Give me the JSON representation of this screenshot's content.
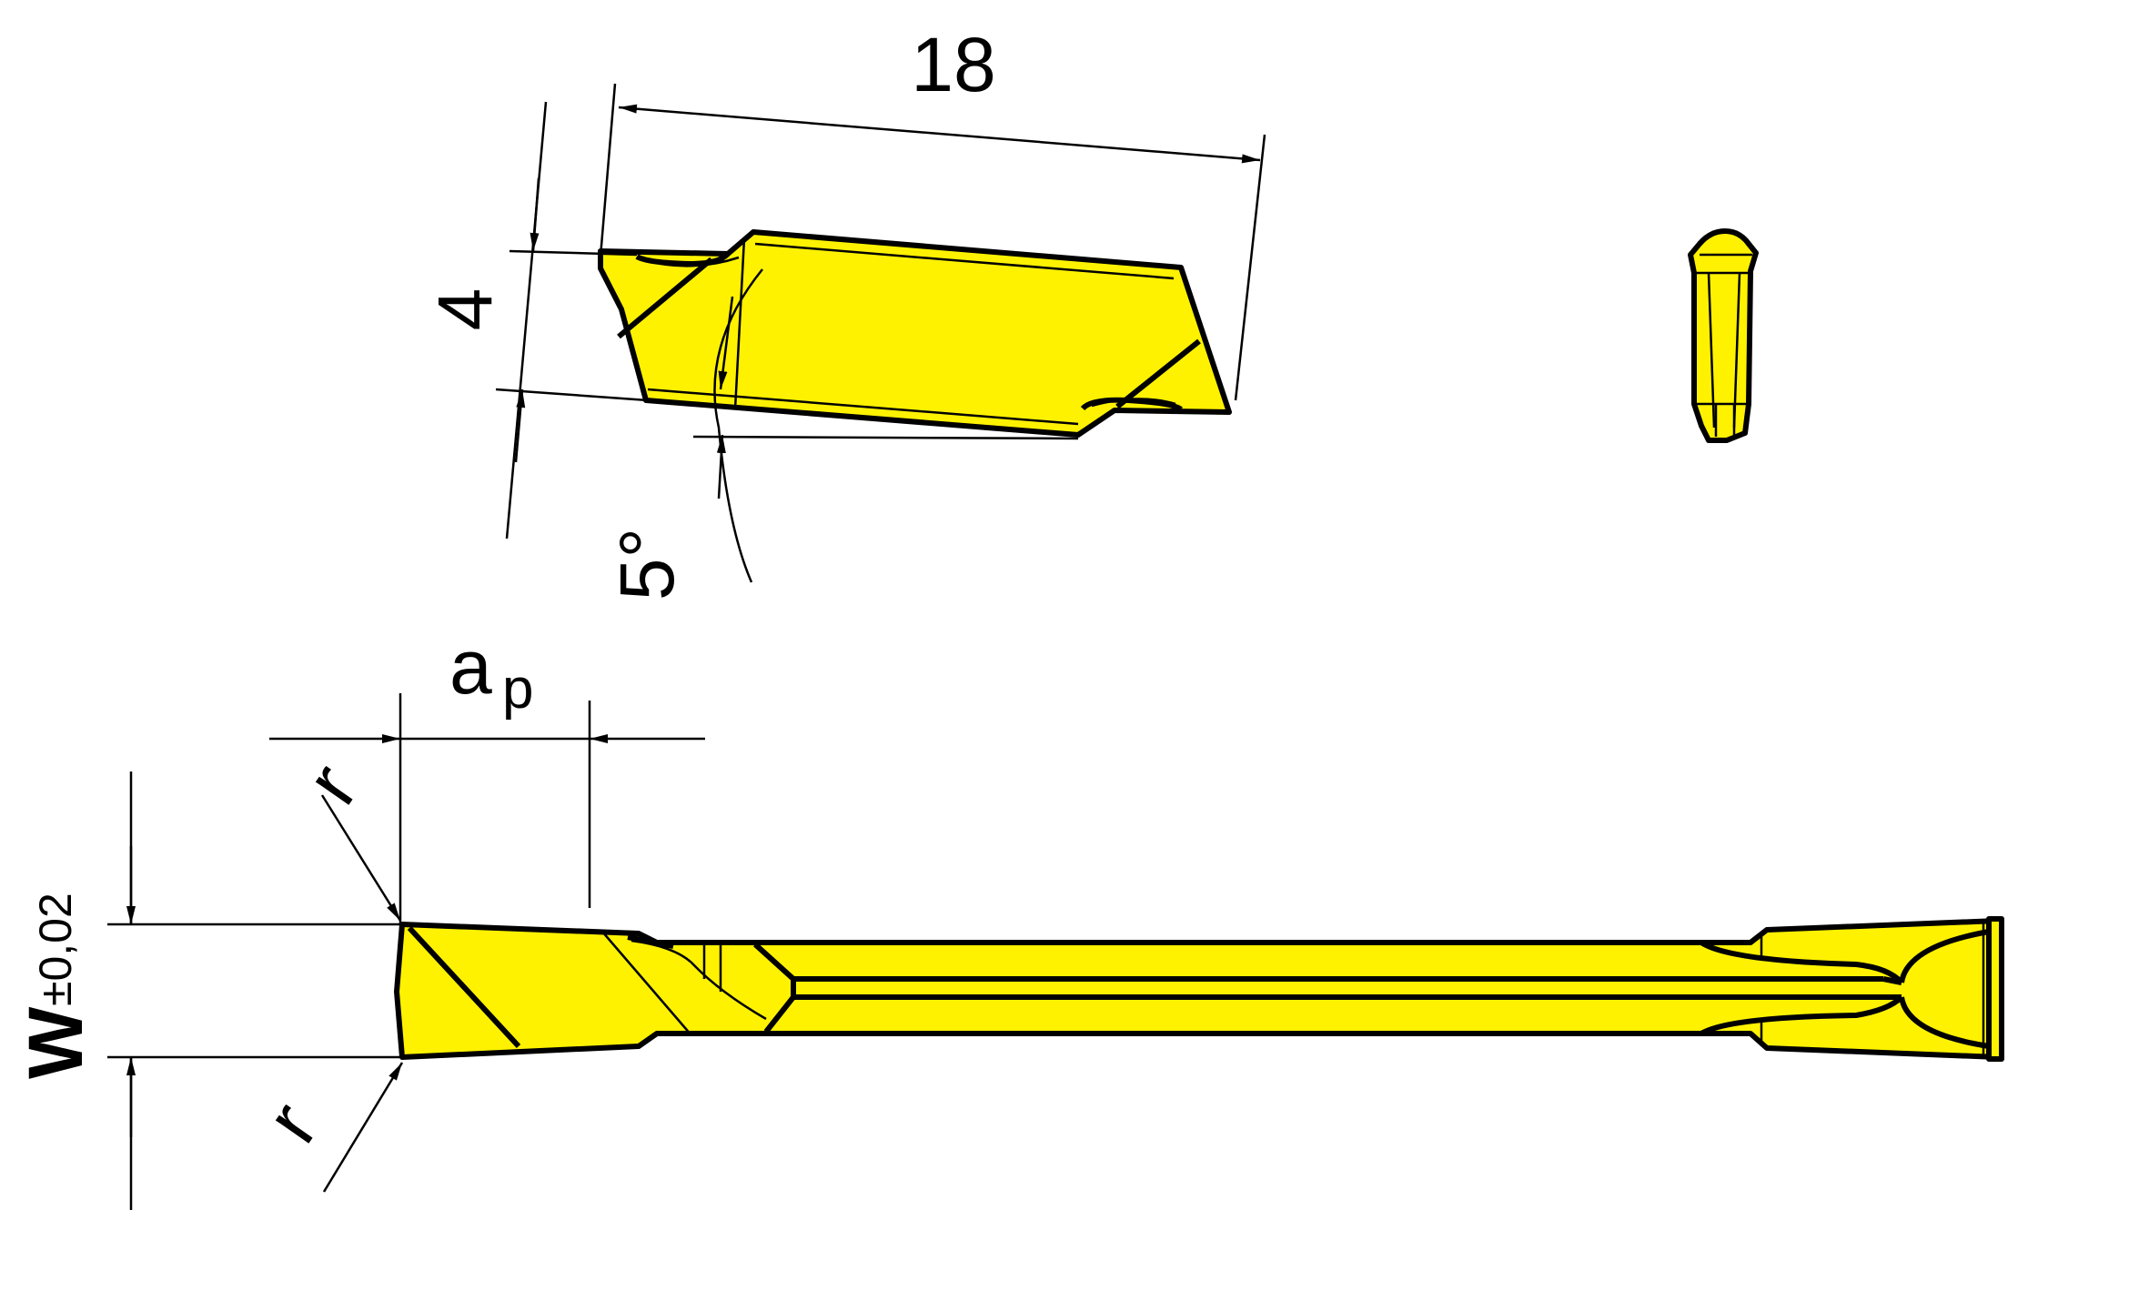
{
  "colors": {
    "insert_fill": "#FFF200",
    "outline": "#000000",
    "background": "#FFFFFF"
  },
  "labels": {
    "length": "18",
    "height": "4",
    "angle": "5°",
    "depth_main": "a",
    "depth_sub": "p",
    "radius_top": "r",
    "radius_bottom": "r",
    "width_main": "W",
    "width_tolerance": "±0,02"
  }
}
